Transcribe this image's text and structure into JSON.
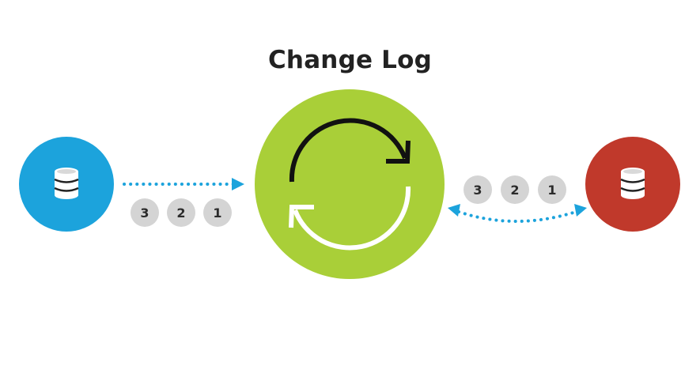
{
  "title": "Change Log",
  "colors": {
    "source": "#1ca3dc",
    "changelog": "#a9cf38",
    "target": "#c0392b",
    "connector": "#1ca3dc",
    "badge_fill": "#d4d4d4",
    "badge_text": "#2b2b2b",
    "arrow_dark": "#111111",
    "arrow_light": "#ffffff"
  },
  "nodes": {
    "source": {
      "icon": "database-icon"
    },
    "changelog": {
      "icon": "sync-arrows-icon"
    },
    "target": {
      "icon": "database-icon"
    }
  },
  "queues": {
    "inbound": [
      "3",
      "2",
      "1"
    ],
    "outbound": [
      "3",
      "2",
      "1"
    ]
  }
}
